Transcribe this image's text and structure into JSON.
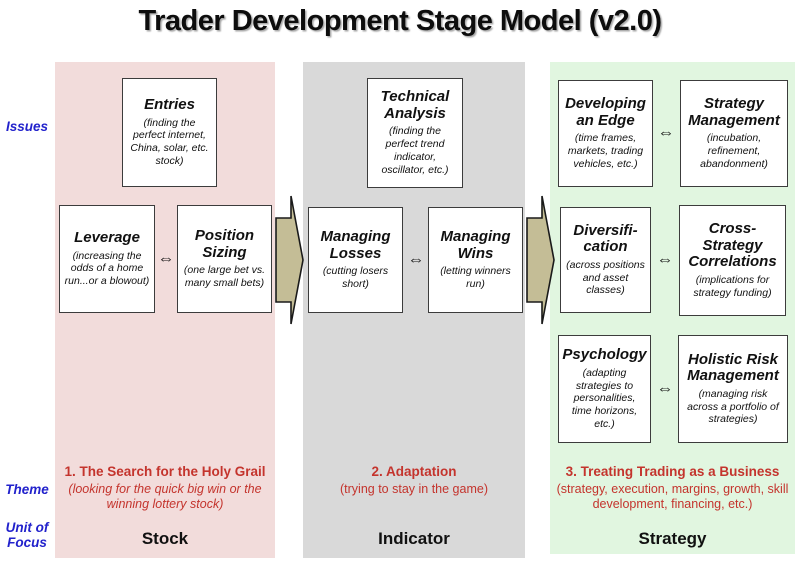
{
  "title": "Trader Development Stage Model (v2.0)",
  "gutter": {
    "issues": "Issues",
    "theme": "Theme",
    "unit_line1": "Unit of",
    "unit_line2": "Focus"
  },
  "pair_arrow": "⇔",
  "colors": {
    "stage1_bg": "#f2dcdb",
    "stage2_bg": "#d9d9d9",
    "stage3_bg": "#e1f6e0",
    "big_arrow_fill": "#c4bd96",
    "gutter_label_blue": "#2222cc",
    "theme_red": "#c4342d"
  },
  "stages": [
    {
      "theme_heading": "1. The Search for the Holy Grail",
      "theme_sub": "(looking for the quick big win or the winning lottery stock)",
      "unit": "Stock",
      "boxes": [
        {
          "title": "Entries",
          "sub": "(finding the perfect internet, China, solar, etc. stock)"
        },
        {
          "title": "Leverage",
          "sub": "(increasing the odds of a home run...or a blowout)"
        },
        {
          "title": "Position Sizing",
          "sub": "(one large bet vs. many small bets)"
        }
      ]
    },
    {
      "theme_heading": "2. Adaptation",
      "theme_sub": "(trying to stay in the game)",
      "unit": "Indicator",
      "boxes": [
        {
          "title": "Technical Analysis",
          "sub": "(finding the perfect trend indicator, oscillator, etc.)"
        },
        {
          "title": "Managing Losses",
          "sub": "(cutting losers short)"
        },
        {
          "title": "Managing Wins",
          "sub": "(letting winners run)"
        }
      ]
    },
    {
      "theme_heading": "3. Treating Trading as a Business",
      "theme_sub": "(strategy, execution, margins, growth, skill development, financing, etc.)",
      "unit": "Strategy",
      "boxes": [
        {
          "title": "Developing an Edge",
          "sub": "(time frames, markets, trading vehicles, etc.)"
        },
        {
          "title": "Strategy Management",
          "sub": "(incubation, refinement, abandonment)"
        },
        {
          "title": "Diversifi-cation",
          "sub": "(across positions and asset classes)"
        },
        {
          "title": "Cross-Strategy Correlations",
          "sub": "(implications for strategy funding)"
        },
        {
          "title": "Psychology",
          "sub": "(adapting strategies to personalities, time horizons, etc.)"
        },
        {
          "title": "Holistic Risk Management",
          "sub": "(managing risk across a portfolio of strategies)"
        }
      ]
    }
  ]
}
